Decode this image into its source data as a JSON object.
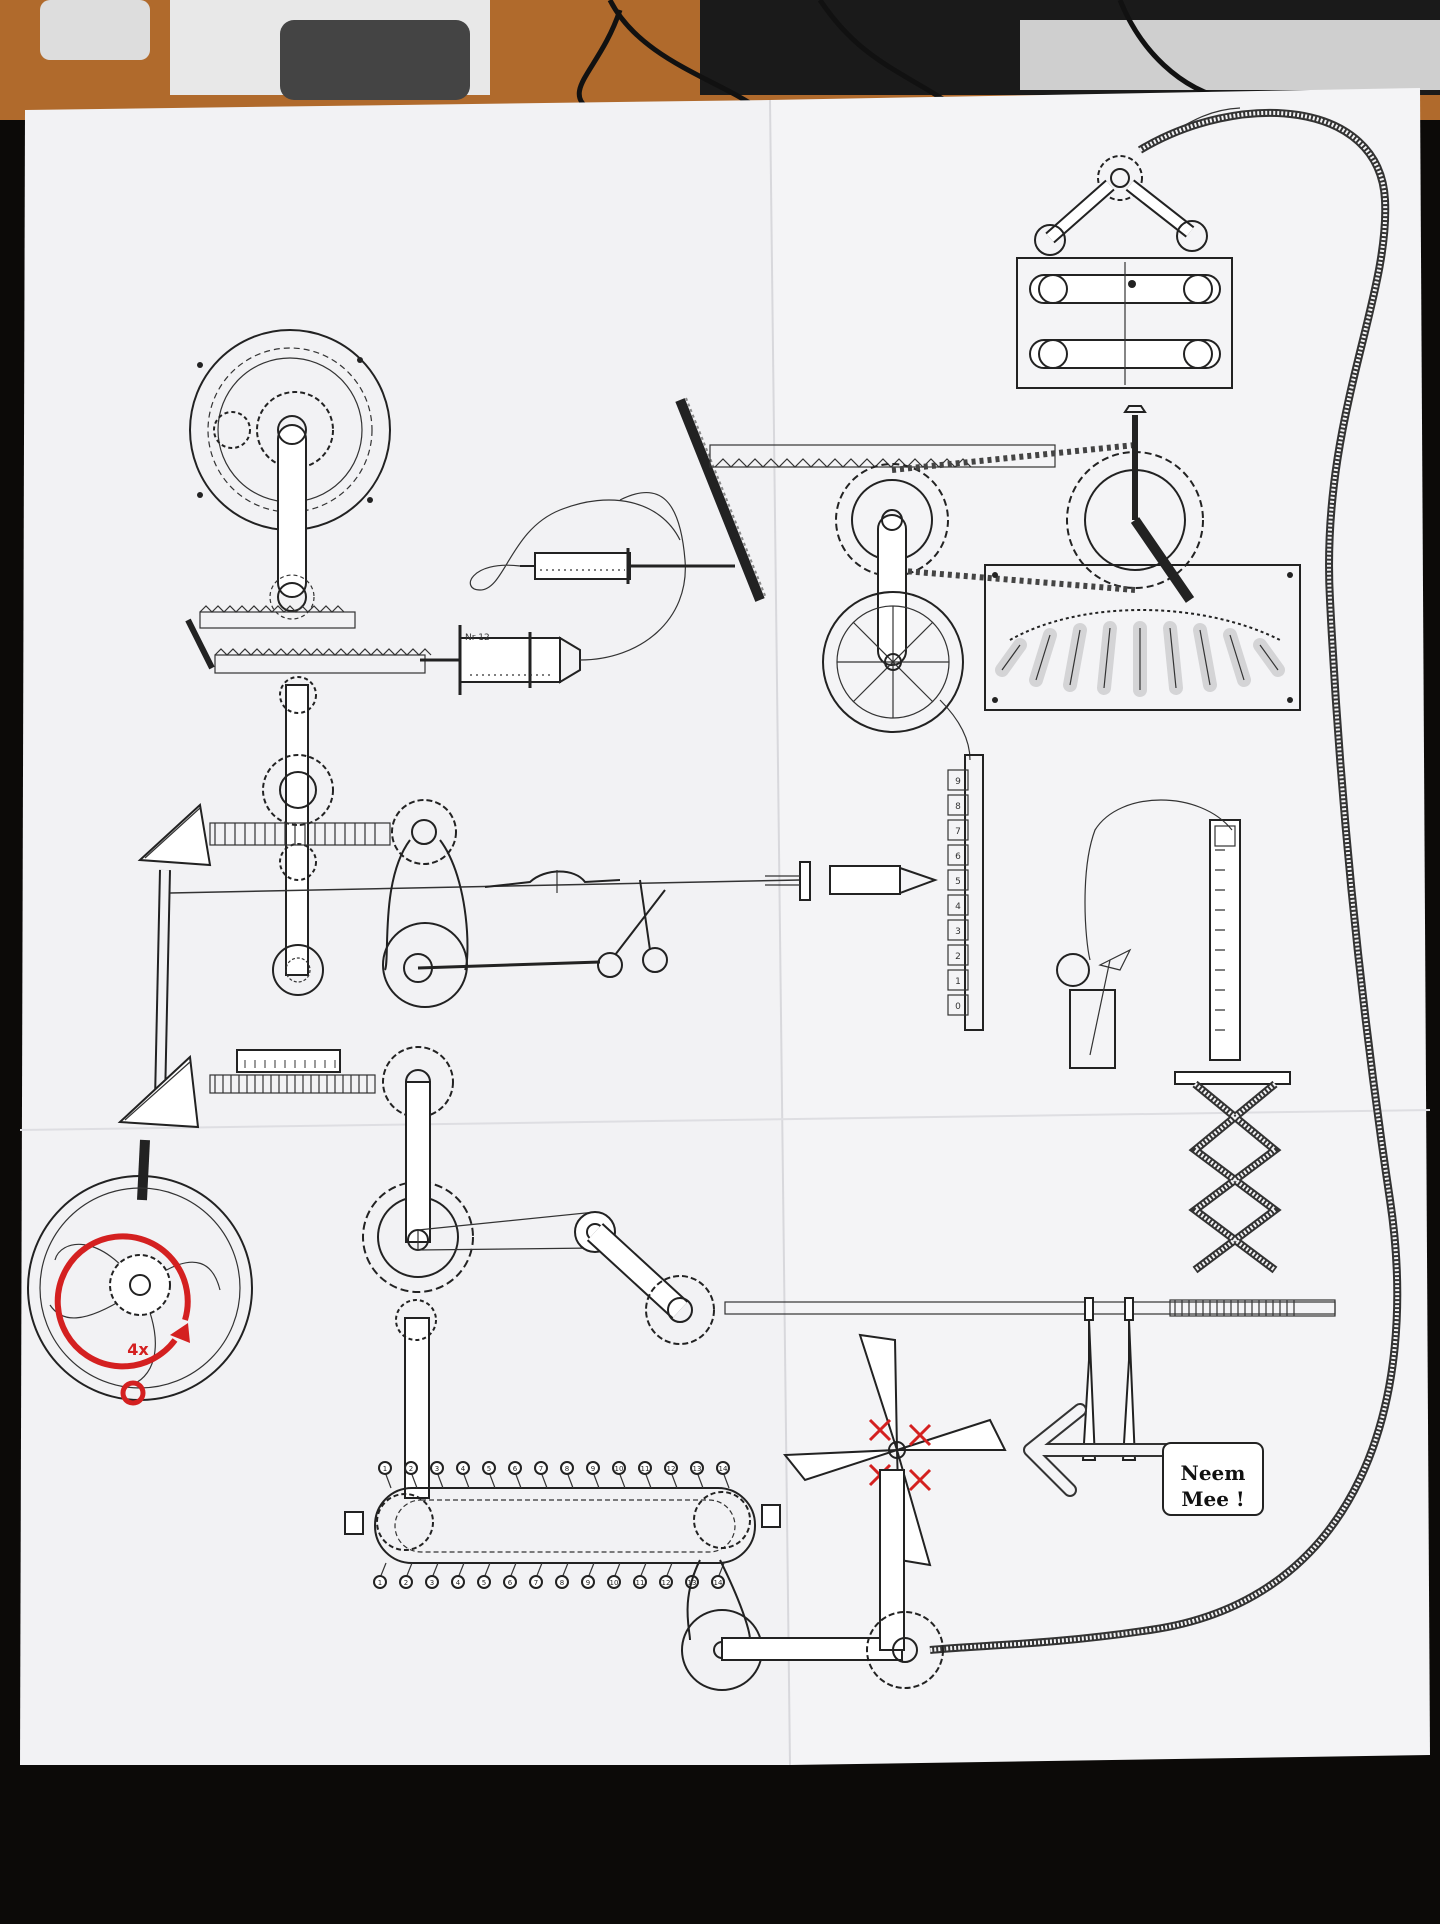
{
  "photo": {
    "scene": "photo of a printed mechanical contraption drawing on a desk",
    "colors": {
      "desk": "#b06a2c",
      "paper": "#f2f2f4",
      "ink": "#222222",
      "accent_red": "#d42020",
      "floor": "#0c0a08"
    }
  },
  "annotations": {
    "multiplier": "4x",
    "sign_line1": "Neem",
    "sign_line2": "Mee !"
  },
  "ruler_numbers": [
    "0",
    "1",
    "2",
    "3",
    "4",
    "5",
    "6",
    "7",
    "8",
    "9"
  ],
  "chain_top_numbers": [
    "1",
    "2",
    "3",
    "4",
    "5",
    "6",
    "7",
    "8",
    "9",
    "10",
    "11",
    "12",
    "13",
    "14"
  ],
  "chain_bottom_numbers": [
    "1",
    "2",
    "3",
    "4",
    "5",
    "6",
    "7",
    "8",
    "9",
    "10",
    "11",
    "12",
    "13",
    "14"
  ]
}
